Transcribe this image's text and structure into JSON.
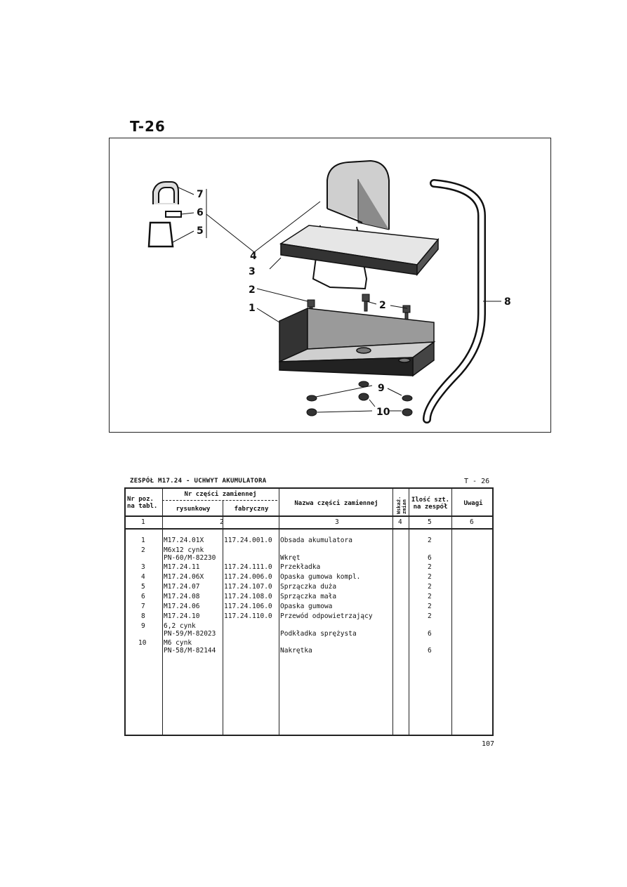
{
  "page_code": "T-26",
  "table": {
    "heading": "ZESPÓŁ M17.24 - UCHWYT AKUMULATORA",
    "code": "T - 26",
    "headers": {
      "pos": "Nr poz.\nna tabl.",
      "part_no_group": "Nr części zamiennej",
      "drawing": "rysunkowy",
      "factory": "fabryczny",
      "name": "Nazwa części zamiennej",
      "change": "Wskaź. zmian",
      "qty": "Ilość szt.\nna zespół",
      "notes": "Uwagi"
    },
    "col_numbers": [
      "1",
      "2",
      "3",
      "4",
      "5",
      "6"
    ],
    "rows": [
      {
        "pos": "1",
        "drawing": "M17.24.01X",
        "factory": "117.24.001.0",
        "name": "Obsada akumulatora",
        "qty": "2"
      },
      {
        "pos": "2",
        "drawing": "M6x12 cynk\nPN-60/M-82230",
        "factory": "",
        "name": "Wkręt",
        "qty": "6"
      },
      {
        "pos": "3",
        "drawing": "M17.24.11",
        "factory": "117.24.111.0",
        "name": "Przekładka",
        "qty": "2"
      },
      {
        "pos": "4",
        "drawing": "M17.24.06X",
        "factory": "117.24.006.0",
        "name": "Opaska gumowa kompl.",
        "qty": "2"
      },
      {
        "pos": "5",
        "drawing": "M17.24.07",
        "factory": "117.24.107.0",
        "name": "Sprzączka duża",
        "qty": "2"
      },
      {
        "pos": "6",
        "drawing": "M17.24.08",
        "factory": "117.24.108.0",
        "name": "Sprzączka mała",
        "qty": "2"
      },
      {
        "pos": "7",
        "drawing": "M17.24.06",
        "factory": "117.24.106.0",
        "name": "Opaska gumowa",
        "qty": "2"
      },
      {
        "pos": "8",
        "drawing": "M17.24.10",
        "factory": "117.24.110.0",
        "name": "Przewód odpowietrzający",
        "qty": "2"
      },
      {
        "pos": "9",
        "drawing": "6,2 cynk\nPN-59/M-82023",
        "factory": "",
        "name": "Podkładka sprężysta",
        "qty": "6"
      },
      {
        "pos": "10",
        "drawing": "M6 cynk\nPN-58/M-82144",
        "factory": "",
        "name": "Nakrętka",
        "qty": "6"
      }
    ]
  },
  "callouts": [
    "7",
    "6",
    "5",
    "4",
    "3",
    "2",
    "1",
    "2",
    "8",
    "9",
    "10"
  ],
  "page_number": "107"
}
